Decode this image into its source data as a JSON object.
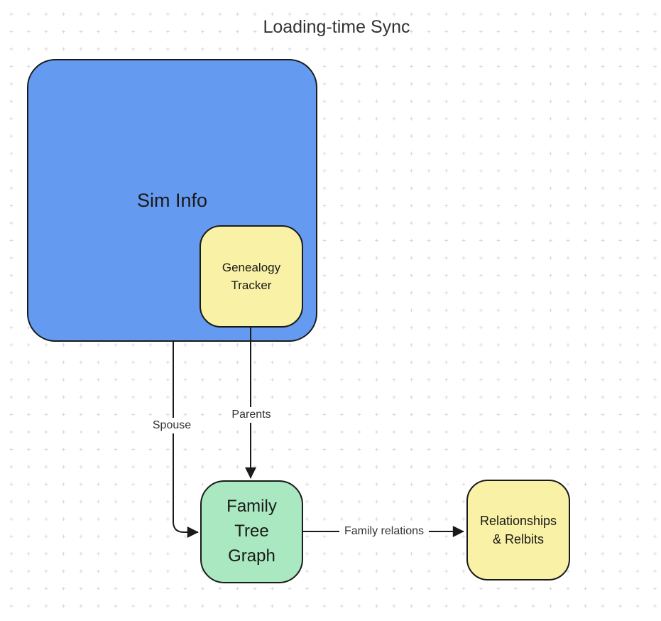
{
  "title": "Loading-time Sync",
  "diagram": {
    "nodes": {
      "sim_info": {
        "label": "Sim Info",
        "fill": "#649af0"
      },
      "genealogy_tracker": {
        "label": "Genealogy\nTracker",
        "fill": "#f9f1a5",
        "parent": "sim_info"
      },
      "family_tree_graph": {
        "label": "Family\nTree\nGraph",
        "fill": "#a9e8c0"
      },
      "relationships_relbits": {
        "label": "Relationships\n& Relbits",
        "fill": "#f9f1a5"
      }
    },
    "edges": [
      {
        "from": "Sim Info",
        "to": "Family Tree Graph",
        "label": "Spouse"
      },
      {
        "from": "Genealogy Tracker",
        "to": "Family Tree Graph",
        "label": "Parents"
      },
      {
        "from": "Family Tree Graph",
        "to": "Relationships & Relbits",
        "label": "Family relations"
      }
    ],
    "colors": {
      "node_border": "#1a1a1a",
      "edge_line": "#1a1a1a",
      "node_text": "#1a1a1a",
      "edge_label_text": "#333333",
      "title_text": "#333333",
      "background": "#ffffff",
      "grid_dot": "#dbdbdb",
      "blue": "#649af0",
      "yellow": "#f9f1a5",
      "green": "#a9e8c0"
    }
  }
}
